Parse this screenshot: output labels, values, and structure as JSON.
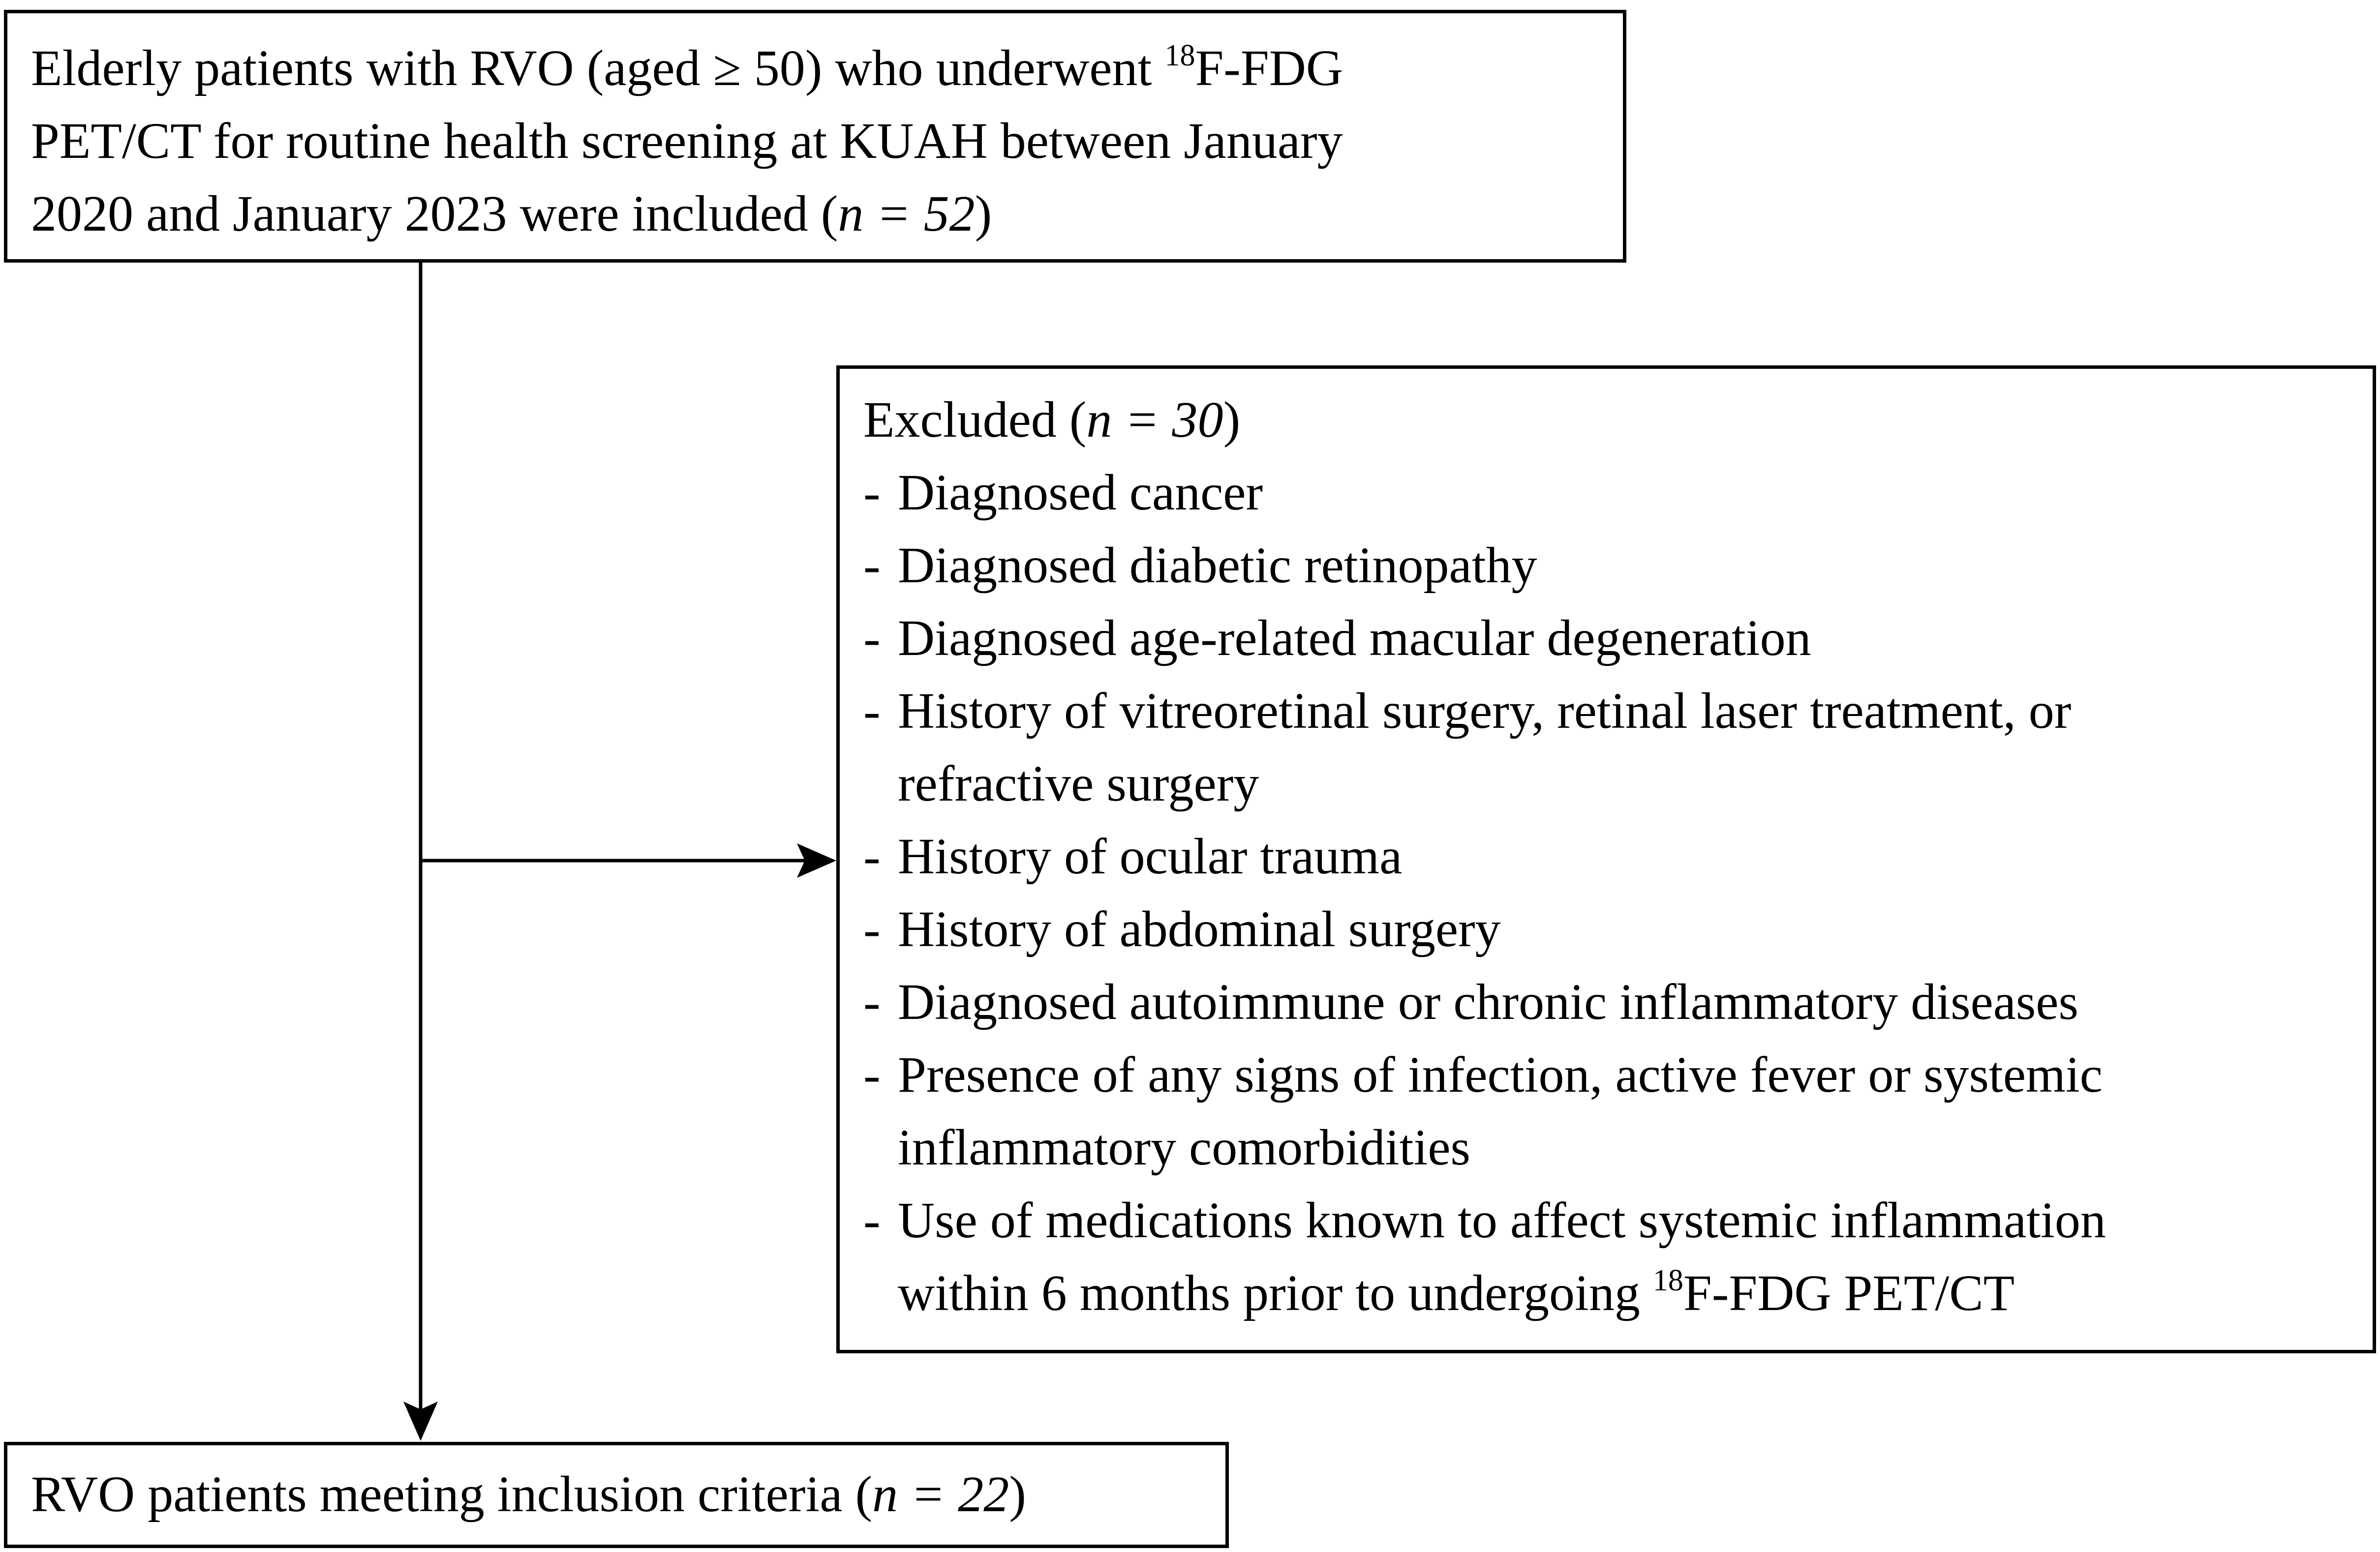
{
  "top_box": {
    "line1_pre": "Elderly patients with RVO (aged ≥ 50) who underwent ",
    "line1_sup": "18",
    "line1_post": "F-FDG",
    "line2": "PET/CT for routine health screening at KUAH between January",
    "line3_pre": "2020 and January 2023 were included (",
    "line3_n": "n = 52",
    "line3_post": ")"
  },
  "excluded_box": {
    "title_pre": "Excluded (",
    "title_n": "n = 30",
    "title_post": ")",
    "bullet": "-",
    "items": [
      {
        "lines": [
          "Diagnosed cancer"
        ]
      },
      {
        "lines": [
          "Diagnosed diabetic retinopathy"
        ]
      },
      {
        "lines": [
          "Diagnosed age-related macular degeneration"
        ]
      },
      {
        "lines": [
          "History of vitreoretinal surgery, retinal laser treatment, or",
          "refractive surgery"
        ]
      },
      {
        "lines": [
          "History of ocular trauma"
        ]
      },
      {
        "lines": [
          "History of abdominal surgery"
        ]
      },
      {
        "lines": [
          "Diagnosed autoimmune or chronic inflammatory diseases"
        ]
      },
      {
        "lines": [
          "Presence of any signs of infection, active fever or systemic",
          "inflammatory comorbidities"
        ]
      },
      {
        "lines": [
          "Use of medications known to affect systemic inflammation"
        ]
      }
    ],
    "last_line_pre": "within 6 months prior to undergoing ",
    "last_line_sup": "18",
    "last_line_post": "F-FDG PET/CT"
  },
  "bottom_box": {
    "text_pre": "RVO patients meeting inclusion criteria (",
    "text_n": "n = 22",
    "text_post": ")"
  },
  "colors": {
    "stroke": "#000000",
    "background": "#ffffff"
  }
}
